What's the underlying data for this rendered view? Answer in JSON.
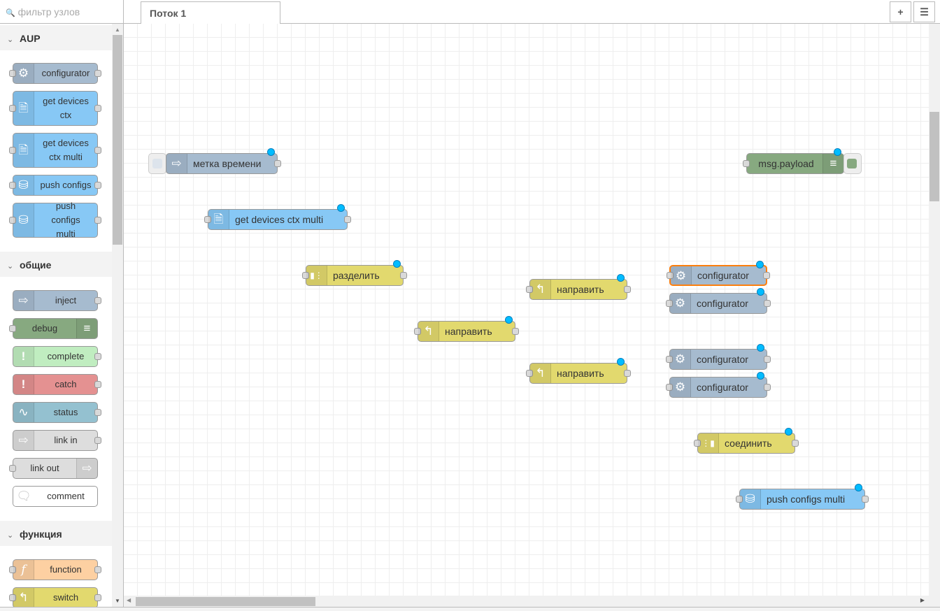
{
  "search": {
    "placeholder": "фильтр узлов"
  },
  "tabs": [
    {
      "label": "Поток 1"
    }
  ],
  "header": {
    "add_tab": "+",
    "list_tabs": "☰"
  },
  "palette": {
    "categories": [
      {
        "label": "AUP",
        "nodes": [
          "configurator",
          "get devices ctx",
          "get devices ctx multi",
          "push configs",
          "push configs multi"
        ]
      },
      {
        "label": "общие",
        "nodes": [
          "inject",
          "debug",
          "complete",
          "catch",
          "status",
          "link in",
          "link out",
          "comment"
        ]
      },
      {
        "label": "функция",
        "nodes": [
          "function",
          "switch"
        ]
      }
    ]
  },
  "canvas": {
    "nodes": [
      {
        "label": "метка времени",
        "type": "inject"
      },
      {
        "label": "msg.payload",
        "type": "debug"
      },
      {
        "label": "get devices ctx multi",
        "type": "get devices ctx multi"
      },
      {
        "label": "разделить",
        "type": "split"
      },
      {
        "label": "направить",
        "type": "switch"
      },
      {
        "label": "направить",
        "type": "switch"
      },
      {
        "label": "направить",
        "type": "switch"
      },
      {
        "label": "configurator",
        "type": "configurator",
        "selected": true
      },
      {
        "label": "configurator",
        "type": "configurator"
      },
      {
        "label": "configurator",
        "type": "configurator"
      },
      {
        "label": "configurator",
        "type": "configurator"
      },
      {
        "label": "соединить",
        "type": "join"
      },
      {
        "label": "push configs multi",
        "type": "push configs multi"
      }
    ]
  },
  "colors": {
    "config": "#a6bbcf",
    "ctx": "#87c8f5",
    "debug": "#87a980",
    "complete": "#c0edc0",
    "catch": "#e49191",
    "status": "#94c1d0",
    "link": "#dddddd",
    "function": "#fdd0a2",
    "switch": "#e2d96e",
    "selected": "#ff7f0e",
    "changed": "#00bcff"
  }
}
